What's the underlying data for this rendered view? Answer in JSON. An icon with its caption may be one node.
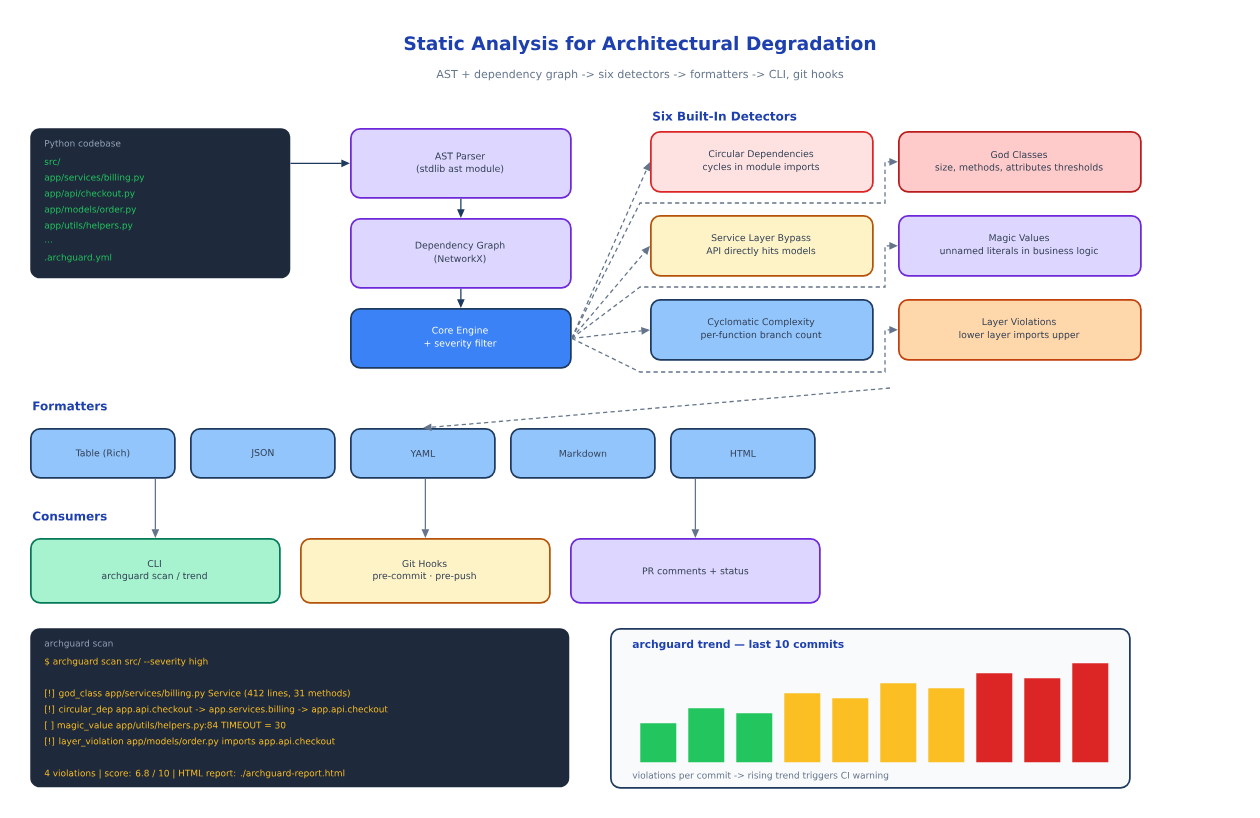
{
  "diagram": {
    "title": "Static Analysis for Architectural Degradation",
    "nodes": [
      {
        "text": [
          "Python codebase",
          "src/",
          "app/services/billing.py",
          "app/api/checkout.py",
          "app/models/order.py",
          "app/utils/helpers.py",
          "...",
          ".archguard.yml"
        ]
      },
      {
        "text": [
          "AST Parser",
          "(stdlib ast module)"
        ]
      },
      {
        "text": [
          "Dependency Graph",
          "(NetworkX)"
        ]
      },
      {
        "text": [
          "Core Engine",
          "+ severity filter"
        ]
      },
      {
        "text": [
          "Circular Dependencies",
          "cycles in module imports"
        ]
      },
      {
        "text": [
          "God Classes",
          "size, methods, attributes thresholds"
        ]
      },
      {
        "text": [
          "Service Layer Bypass",
          "API directly hits models"
        ]
      },
      {
        "text": [
          "Magic Values",
          "unnamed literals in business logic"
        ]
      },
      {
        "text": [
          "Cyclomatic Complexity",
          "per-function branch count"
        ]
      },
      {
        "text": [
          "Layer Violations",
          "lower layer imports upper"
        ]
      },
      {
        "text": [
          "Table (Rich)"
        ]
      },
      {
        "text": [
          "JSON"
        ]
      },
      {
        "text": [
          "YAML"
        ]
      },
      {
        "text": [
          "Markdown"
        ]
      },
      {
        "text": [
          "HTML"
        ]
      },
      {
        "text": [
          "CLI",
          "archguard scan / trend"
        ]
      },
      {
        "text": [
          "Git Hooks",
          "pre-commit · pre-push"
        ]
      },
      {
        "text": [
          "PR comments + status"
        ]
      },
      {
        "text": [
          "archguard scan",
          "$ archguard scan src/ --severity high",
          "[!] god_class app/services/billing.py Service (412 lines, 31 methods)",
          "[!] circular_dep app.api.checkout -> app.services.billing -> app.api.checkout",
          "[ ] magic_value app/utils/helpers.py:84 TIMEOUT = 30",
          "[!] layer_violation app/models/order.py imports app.api.checkout",
          "4 violations | score: 6.8 / 10 | HTML report: ./archguard-report.html"
        ]
      },
      {
        "text": [
          "archguard trend — last 10 commits",
          "violations per commit -> rising trend triggers CI warning"
        ]
      },
      {
        "text": [],
        "shape": "bar",
        "in": 19
      },
      {
        "text": [],
        "shape": "bar",
        "in": 19
      },
      {
        "text": [],
        "shape": "bar",
        "in": 19
      },
      {
        "text": [],
        "shape": "bar",
        "in": 19
      },
      {
        "text": [],
        "shape": "bar",
        "in": 19
      },
      {
        "text": [],
        "shape": "bar",
        "in": 19
      },
      {
        "text": [],
        "shape": "bar",
        "in": 19
      },
      {
        "text": [],
        "shape": "bar",
        "in": 19
      },
      {
        "text": [],
        "shape": "bar",
        "in": 19
      },
      {
        "text": [],
        "shape": "bar",
        "in": 19
      }
    ],
    "edges": [
      {
        "from": 0,
        "to": 1,
        "arrow": "to",
        "color": "#1e3a5f"
      },
      {
        "from": 1,
        "to": 2,
        "arrow": "to",
        "color": "#1e3a5f"
      },
      {
        "from": 2,
        "to": 3,
        "arrow": "to",
        "color": "#1e3a5f"
      },
      {
        "from": 3,
        "to": 4,
        "arrow": "to",
        "style": "dashed"
      },
      {
        "from": 3,
        "to": 5,
        "arrow": "to",
        "style": "dashed"
      },
      {
        "from": 3,
        "to": 6,
        "arrow": "to",
        "style": "dashed"
      },
      {
        "from": 3,
        "to": 7,
        "arrow": "to",
        "style": "dashed"
      },
      {
        "from": 3,
        "to": 8,
        "arrow": "to",
        "style": "dashed"
      },
      {
        "from": 3,
        "to": 9,
        "arrow": "to",
        "style": "dashed"
      },
      {
        "from": null,
        "to": 12,
        "arrow": "to",
        "style": "dashed"
      },
      {
        "from": 10,
        "to": 15,
        "arrow": "to"
      },
      {
        "from": 12,
        "to": 16,
        "arrow": "to"
      },
      {
        "from": 14,
        "to": 17,
        "arrow": "to"
      }
    ],
    "labels": [
      "AST + dependency graph -> six detectors -> formatters -> CLI, git hooks",
      "Six Built-In Detectors",
      "Formatters",
      "Consumers"
    ]
  }
}
